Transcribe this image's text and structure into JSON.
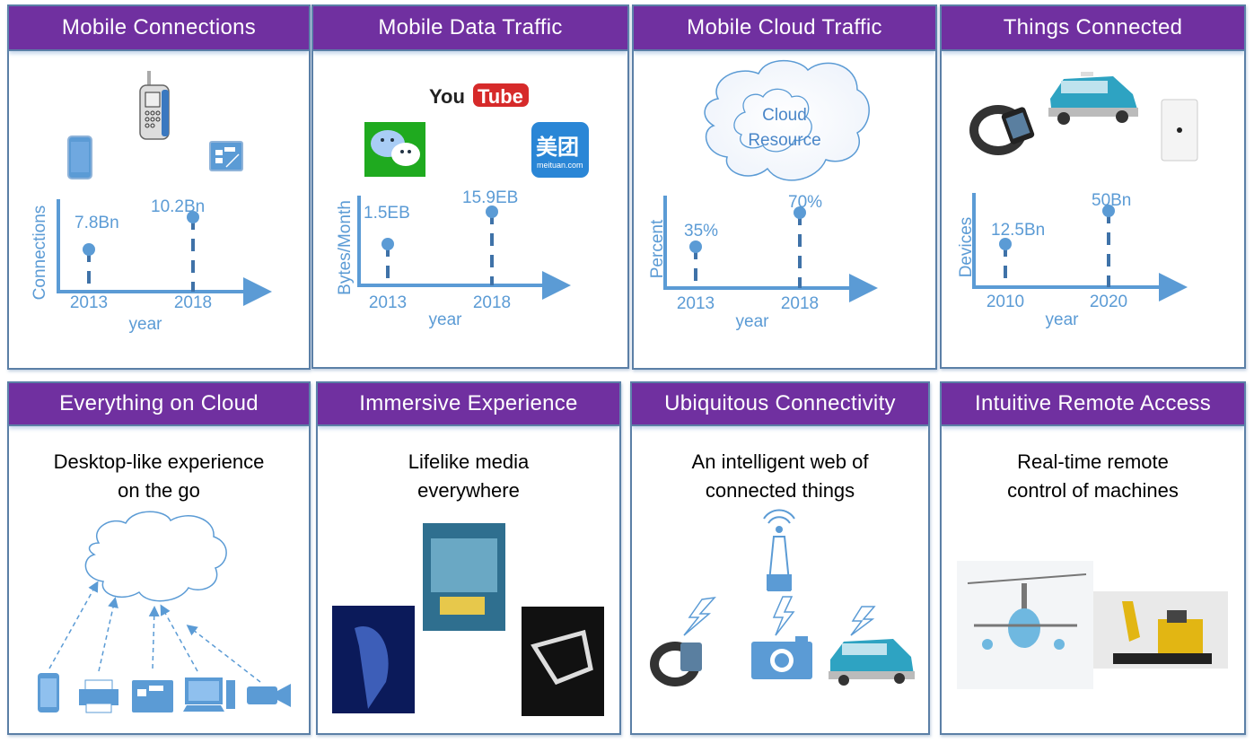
{
  "colors": {
    "header": "#7030a0",
    "accent": "#5b9bd5",
    "border": "#5b7fa6"
  },
  "top_panels": [
    {
      "title": "Mobile Connections",
      "ylabel": "Connections",
      "xlabel": "year",
      "points": [
        {
          "x": "2013",
          "value": "7.8Bn"
        },
        {
          "x": "2018",
          "value": "10.2Bn"
        }
      ],
      "icons": [
        "smartphone-icon",
        "cell-phone-icon",
        "tablet-icon"
      ]
    },
    {
      "title": "Mobile Data Traffic",
      "ylabel": "Bytes/Month",
      "xlabel": "year",
      "points": [
        {
          "x": "2013",
          "value": "1.5EB"
        },
        {
          "x": "2018",
          "value": "15.9EB"
        }
      ],
      "youtube": {
        "you": "You",
        "tube": "Tube"
      },
      "meituan": {
        "cn": "美团",
        "en": "meituan.com"
      }
    },
    {
      "title": "Mobile Cloud Traffic",
      "ylabel": "Percent",
      "xlabel": "year",
      "points": [
        {
          "x": "2013",
          "value": "35%"
        },
        {
          "x": "2018",
          "value": "70%"
        }
      ],
      "cloud": [
        "Cloud",
        "Resource"
      ]
    },
    {
      "title": "Things Connected",
      "ylabel": "Devices",
      "xlabel": "year",
      "points": [
        {
          "x": "2010",
          "value": "12.5Bn"
        },
        {
          "x": "2020",
          "value": "50Bn"
        }
      ]
    }
  ],
  "bottom_panels": [
    {
      "title": "Everything on Cloud",
      "subtitle": [
        "Desktop-like experience",
        "on the go"
      ]
    },
    {
      "title": "Immersive Experience",
      "subtitle": [
        "Lifelike media",
        "everywhere"
      ]
    },
    {
      "title": "Ubiquitous Connectivity",
      "subtitle": [
        "An intelligent web of",
        "connected things"
      ]
    },
    {
      "title": "Intuitive Remote Access",
      "subtitle": [
        "Real-time remote",
        "control of machines"
      ]
    }
  ]
}
